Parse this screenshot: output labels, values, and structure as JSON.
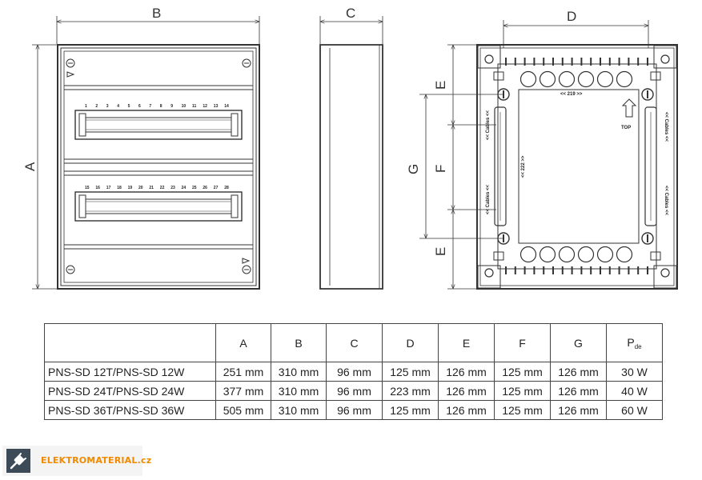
{
  "drawing": {
    "front_labels": {
      "a": "A",
      "b": "B"
    },
    "side_label": "C",
    "back_labels": {
      "d": "D",
      "e_top": "E",
      "e_bottom": "E",
      "f": "F",
      "g": "G"
    },
    "back_texts": {
      "top_arrow": "TOP",
      "top_dim": "<< 219 >>",
      "left_dim": "<< 222 >>",
      "cables": "<< Cables <<"
    },
    "row1_numbers": [
      "1",
      "2",
      "3",
      "4",
      "5",
      "6",
      "7",
      "8",
      "9",
      "10",
      "11",
      "12",
      "13",
      "14"
    ],
    "row2_numbers": [
      "15",
      "16",
      "17",
      "18",
      "19",
      "20",
      "21",
      "22",
      "23",
      "24",
      "25",
      "26",
      "27",
      "28"
    ]
  },
  "table": {
    "headers": [
      "",
      "A",
      "B",
      "C",
      "D",
      "E",
      "F",
      "G"
    ],
    "last_header": {
      "main": "P",
      "sub": "de"
    },
    "rows": [
      [
        "PNS-SD 12T/PNS-SD 12W",
        "251 mm",
        "310 mm",
        "96 mm",
        "125 mm",
        "126 mm",
        "125 mm",
        "126 mm",
        "30 W"
      ],
      [
        "PNS-SD 24T/PNS-SD 24W",
        "377 mm",
        "310 mm",
        "96 mm",
        "223 mm",
        "126 mm",
        "125 mm",
        "126 mm",
        "40 W"
      ],
      [
        "PNS-SD 36T/PNS-SD 36W",
        "505 mm",
        "310 mm",
        "96 mm",
        "125 mm",
        "126 mm",
        "125 mm",
        "126 mm",
        "60 W"
      ]
    ]
  },
  "logo": {
    "text": "ELEKTROMATERIAL.cz",
    "icon": "plug-icon",
    "text_color": "#f08a00",
    "icon_bg": "#3d4a57"
  }
}
